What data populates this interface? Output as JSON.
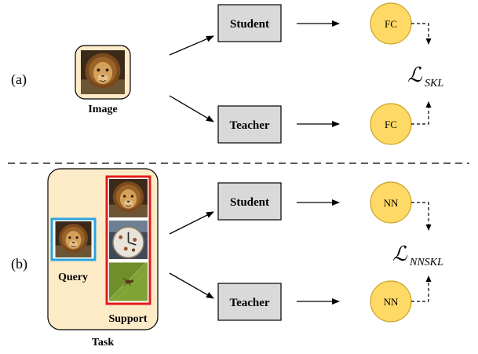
{
  "panel_a": {
    "label": "(a)",
    "image_caption": "Image",
    "student_label": "Student",
    "teacher_label": "Teacher",
    "student_head": "FC",
    "teacher_head": "FC",
    "loss_symbol": "ℒ",
    "loss_subscript": "SKL"
  },
  "panel_b": {
    "label": "(b)",
    "query_caption": "Query",
    "support_caption": "Support",
    "task_caption": "Task",
    "student_label": "Student",
    "teacher_label": "Teacher",
    "student_head": "NN",
    "teacher_head": "NN",
    "loss_symbol": "ℒ",
    "loss_subscript": "NNSKL"
  },
  "colors": {
    "box_fill": "#d9d9d9",
    "node_fill": "#ffd966",
    "node_stroke": "#c9a227",
    "task_fill": "#fdebc8",
    "query_border": "#29a3e0",
    "support_border": "#e31b1b"
  },
  "icons": {
    "lion": "lion-photo",
    "clock": "clock-photo",
    "leaf_insect": "leaf-insect-photo"
  }
}
